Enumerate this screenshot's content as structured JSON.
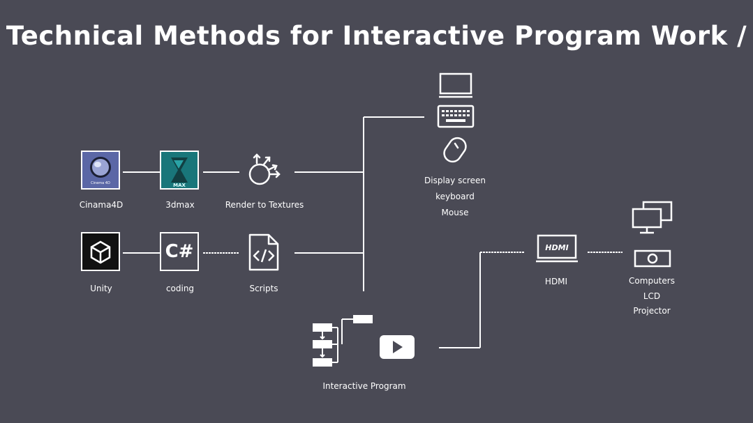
{
  "title": "Technical Methods for Interactive Program Work /",
  "row1": {
    "cinema4d": "Cinama4D",
    "max3d": "3dmax",
    "render": "Render to Textures"
  },
  "row2": {
    "unity": "Unity",
    "coding": "coding",
    "csharp_text": "C#",
    "scripts": "Scripts"
  },
  "logos": {
    "cinema_small": "Cinema 4D",
    "max_text": "MAX"
  },
  "inputs": [
    "Display screen",
    "keyboard",
    "Mouse"
  ],
  "program": "Interactive Program",
  "hdmi": {
    "label": "HDMI",
    "icon_text": "HDMI"
  },
  "outputs": [
    "Computers",
    "LCD",
    "Projector"
  ],
  "colors": {
    "background": "#4a4a55",
    "line": "#ffffff"
  }
}
